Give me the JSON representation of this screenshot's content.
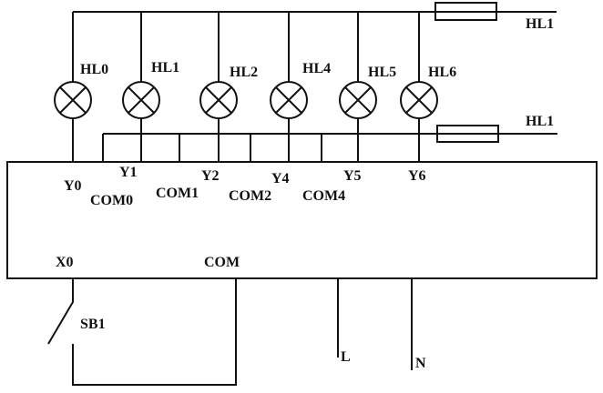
{
  "lamps": [
    {
      "label": "HL0",
      "terminal": "Y0"
    },
    {
      "label": "HL1",
      "terminal": "Y1"
    },
    {
      "label": "HL2",
      "terminal": "Y2"
    },
    {
      "label": "HL4",
      "terminal": "Y4"
    },
    {
      "label": "HL5",
      "terminal": "Y5"
    },
    {
      "label": "HL6",
      "terminal": "Y6"
    }
  ],
  "commons": [
    "COM0",
    "COM1",
    "COM2",
    "COM4"
  ],
  "fuses": [
    {
      "label": "HL1"
    },
    {
      "label": "HL1"
    }
  ],
  "inputs": {
    "x0": "X0",
    "com": "COM",
    "switch": "SB1"
  },
  "power": {
    "l": "L",
    "n": "N"
  },
  "colors": {
    "line": "#111111",
    "background": "#ffffff"
  }
}
